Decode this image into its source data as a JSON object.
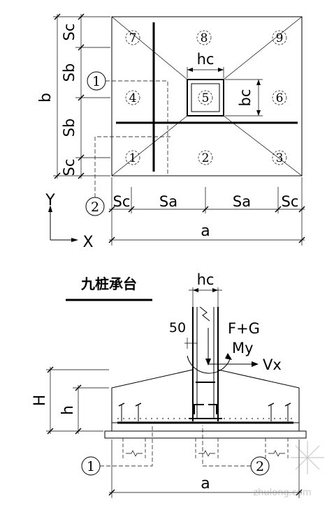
{
  "plan": {
    "dims": {
      "sc_top": "Sc",
      "sb_upper": "Sb",
      "sb_lower": "Sb",
      "sc_bottom": "Sc",
      "b": "b",
      "sc_left": "Sc",
      "sa_left": "Sa",
      "sa_right": "Sa",
      "sc_right": "Sc",
      "a": "a",
      "hc": "hc",
      "bc": "bc"
    },
    "piles": [
      "1",
      "2",
      "3",
      "4",
      "5",
      "6",
      "7",
      "8",
      "9"
    ],
    "sections": [
      "1",
      "2"
    ],
    "axes": {
      "y": "Y",
      "x": "X"
    }
  },
  "elevation": {
    "title": "九桩承台",
    "hc": "hc",
    "dim_50": "50",
    "load": "F+G",
    "moment": "My",
    "shear": "Vx",
    "H": "H",
    "h": "h",
    "a": "a",
    "sections": [
      "1",
      "2"
    ]
  },
  "watermark": "zhulong.com"
}
